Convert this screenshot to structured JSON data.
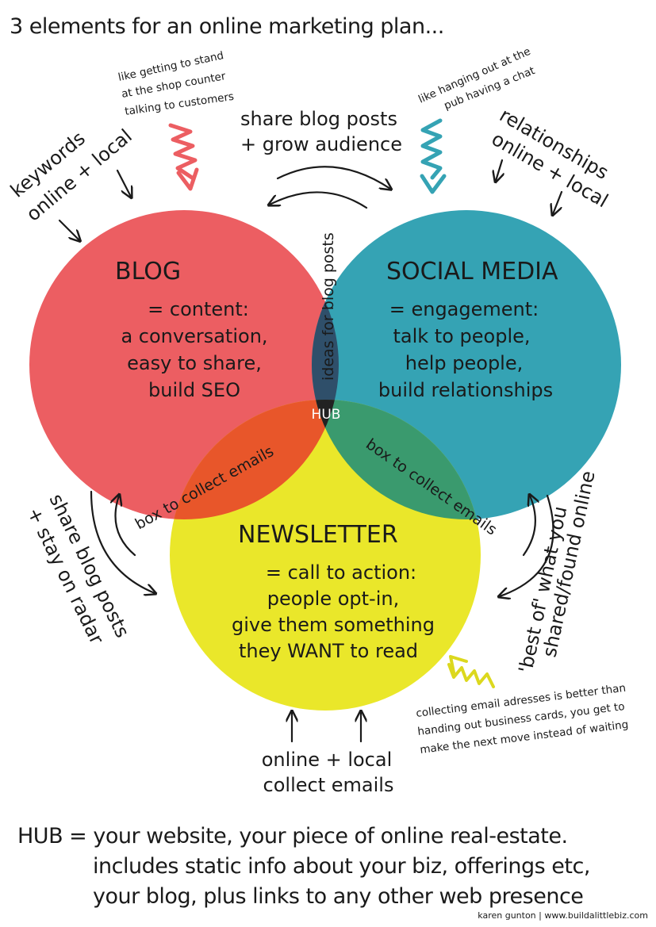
{
  "title": "3 elements for an online marketing plan...",
  "circles": {
    "blog": {
      "heading": "BLOG",
      "lines": [
        "= content:",
        "a conversation,",
        "easy to share,",
        "build SEO"
      ],
      "color": "#ec5e62"
    },
    "social": {
      "heading": "SOCIAL MEDIA",
      "lines": [
        "= engagement:",
        "talk to people,",
        "help people,",
        "build relationships"
      ],
      "color": "#35a3b4"
    },
    "newsletter": {
      "heading": "NEWSLETTER",
      "lines": [
        "= call to action:",
        "people opt-in,",
        "give them something",
        "they WANT to read"
      ],
      "color": "#eae72a"
    }
  },
  "overlaps": {
    "blog_social": "ideas for blog posts",
    "blog_newsletter": "box to collect emails",
    "social_newsletter": "box to collect emails",
    "hub": "HUB"
  },
  "annotations": {
    "keywords": [
      "keywords",
      "online + local"
    ],
    "shop_counter": [
      "like getting to stand",
      "at the shop counter",
      "talking to customers"
    ],
    "share_grow": [
      "share blog posts",
      "+ grow audience"
    ],
    "pub": [
      "like hanging out at the",
      "pub having a chat"
    ],
    "relationships": [
      "relationships",
      "online + local"
    ],
    "share_radar": [
      "share blog posts",
      "+ stay on radar"
    ],
    "best_of": [
      "'best of' what you",
      "shared/found online"
    ],
    "collecting": [
      "collecting email adresses is better than",
      "handing out business cards, you get to",
      "make the next move instead of waiting"
    ],
    "collect_local": [
      "online + local",
      "collect emails"
    ]
  },
  "hub_note": [
    "HUB = your website, your piece of online real-estate.",
    "includes static info about your biz, offerings etc,",
    "your blog, plus links to any other web presence"
  ],
  "credit": "karen gunton | www.buildalittlebiz.com",
  "colors": {
    "squiggle_red": "#ec5e62",
    "squiggle_teal": "#35a3b4",
    "squiggle_yellow": "#dcd81e",
    "overlap_blog_social": "#2f4f6a",
    "overlap_blog_newsletter": "#e8562a",
    "overlap_social_newsletter": "#3a9a6e",
    "hub_center": "#222222"
  }
}
